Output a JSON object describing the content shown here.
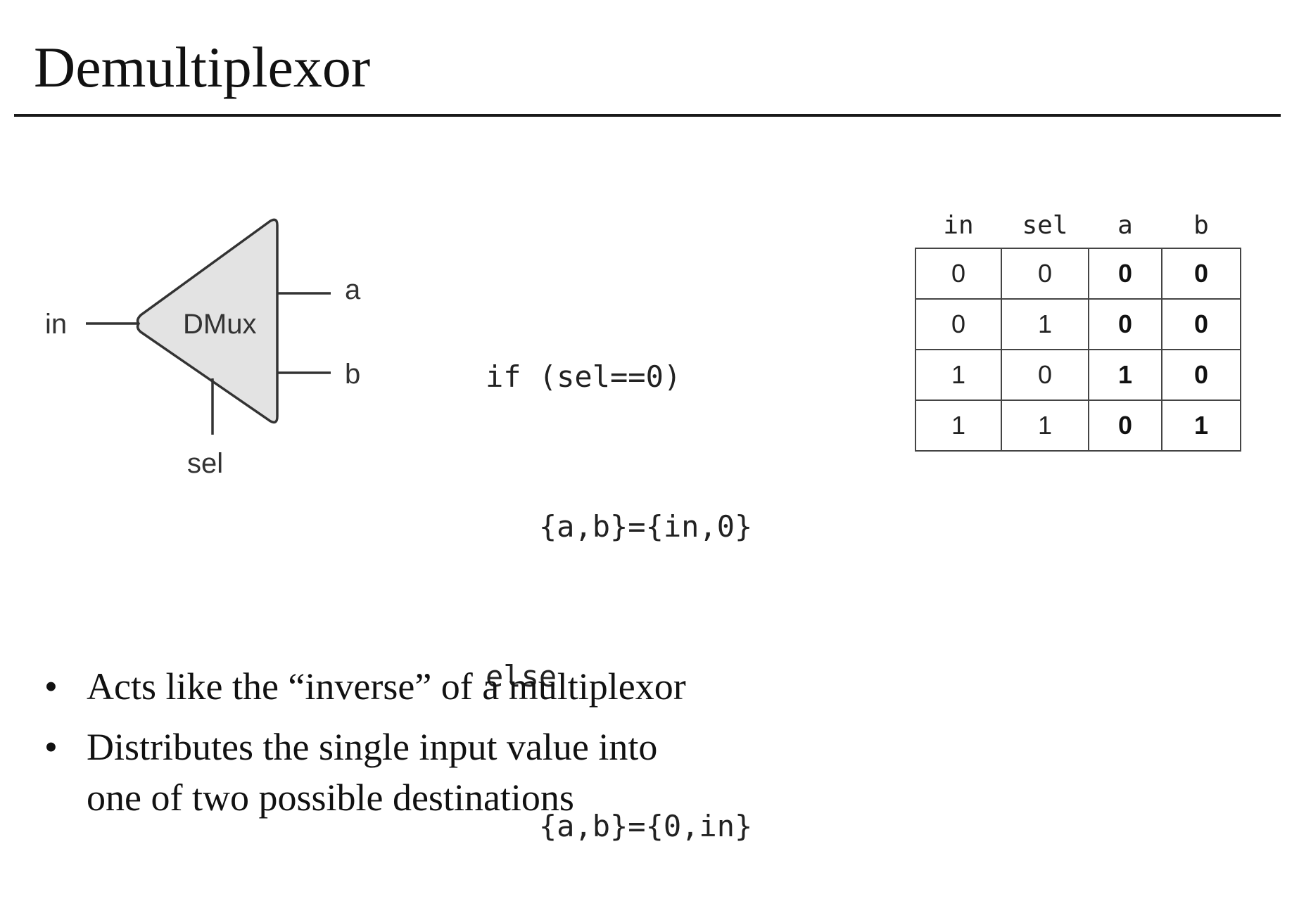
{
  "slide": {
    "title": "Demultiplexor"
  },
  "diagram": {
    "block_label": "DMux",
    "input_label": "in",
    "output_a_label": "a",
    "output_b_label": "b",
    "select_label": "sel"
  },
  "code": {
    "lines": [
      "if (sel==0)",
      "   {a,b}={in,0}",
      "else",
      "   {a,b}={0,in}"
    ]
  },
  "truth_table": {
    "headers": [
      "in",
      "sel",
      "a",
      "b"
    ],
    "rows": [
      [
        "0",
        "0",
        "0",
        "0"
      ],
      [
        "0",
        "1",
        "0",
        "0"
      ],
      [
        "1",
        "0",
        "1",
        "0"
      ],
      [
        "1",
        "1",
        "0",
        "1"
      ]
    ]
  },
  "bullets": [
    "Acts like the “inverse” of a multiplexor",
    "Distributes the single input value into\none of two possible destinations"
  ],
  "colors": {
    "block_fill": "#e3e3e3",
    "line": "#333333"
  }
}
